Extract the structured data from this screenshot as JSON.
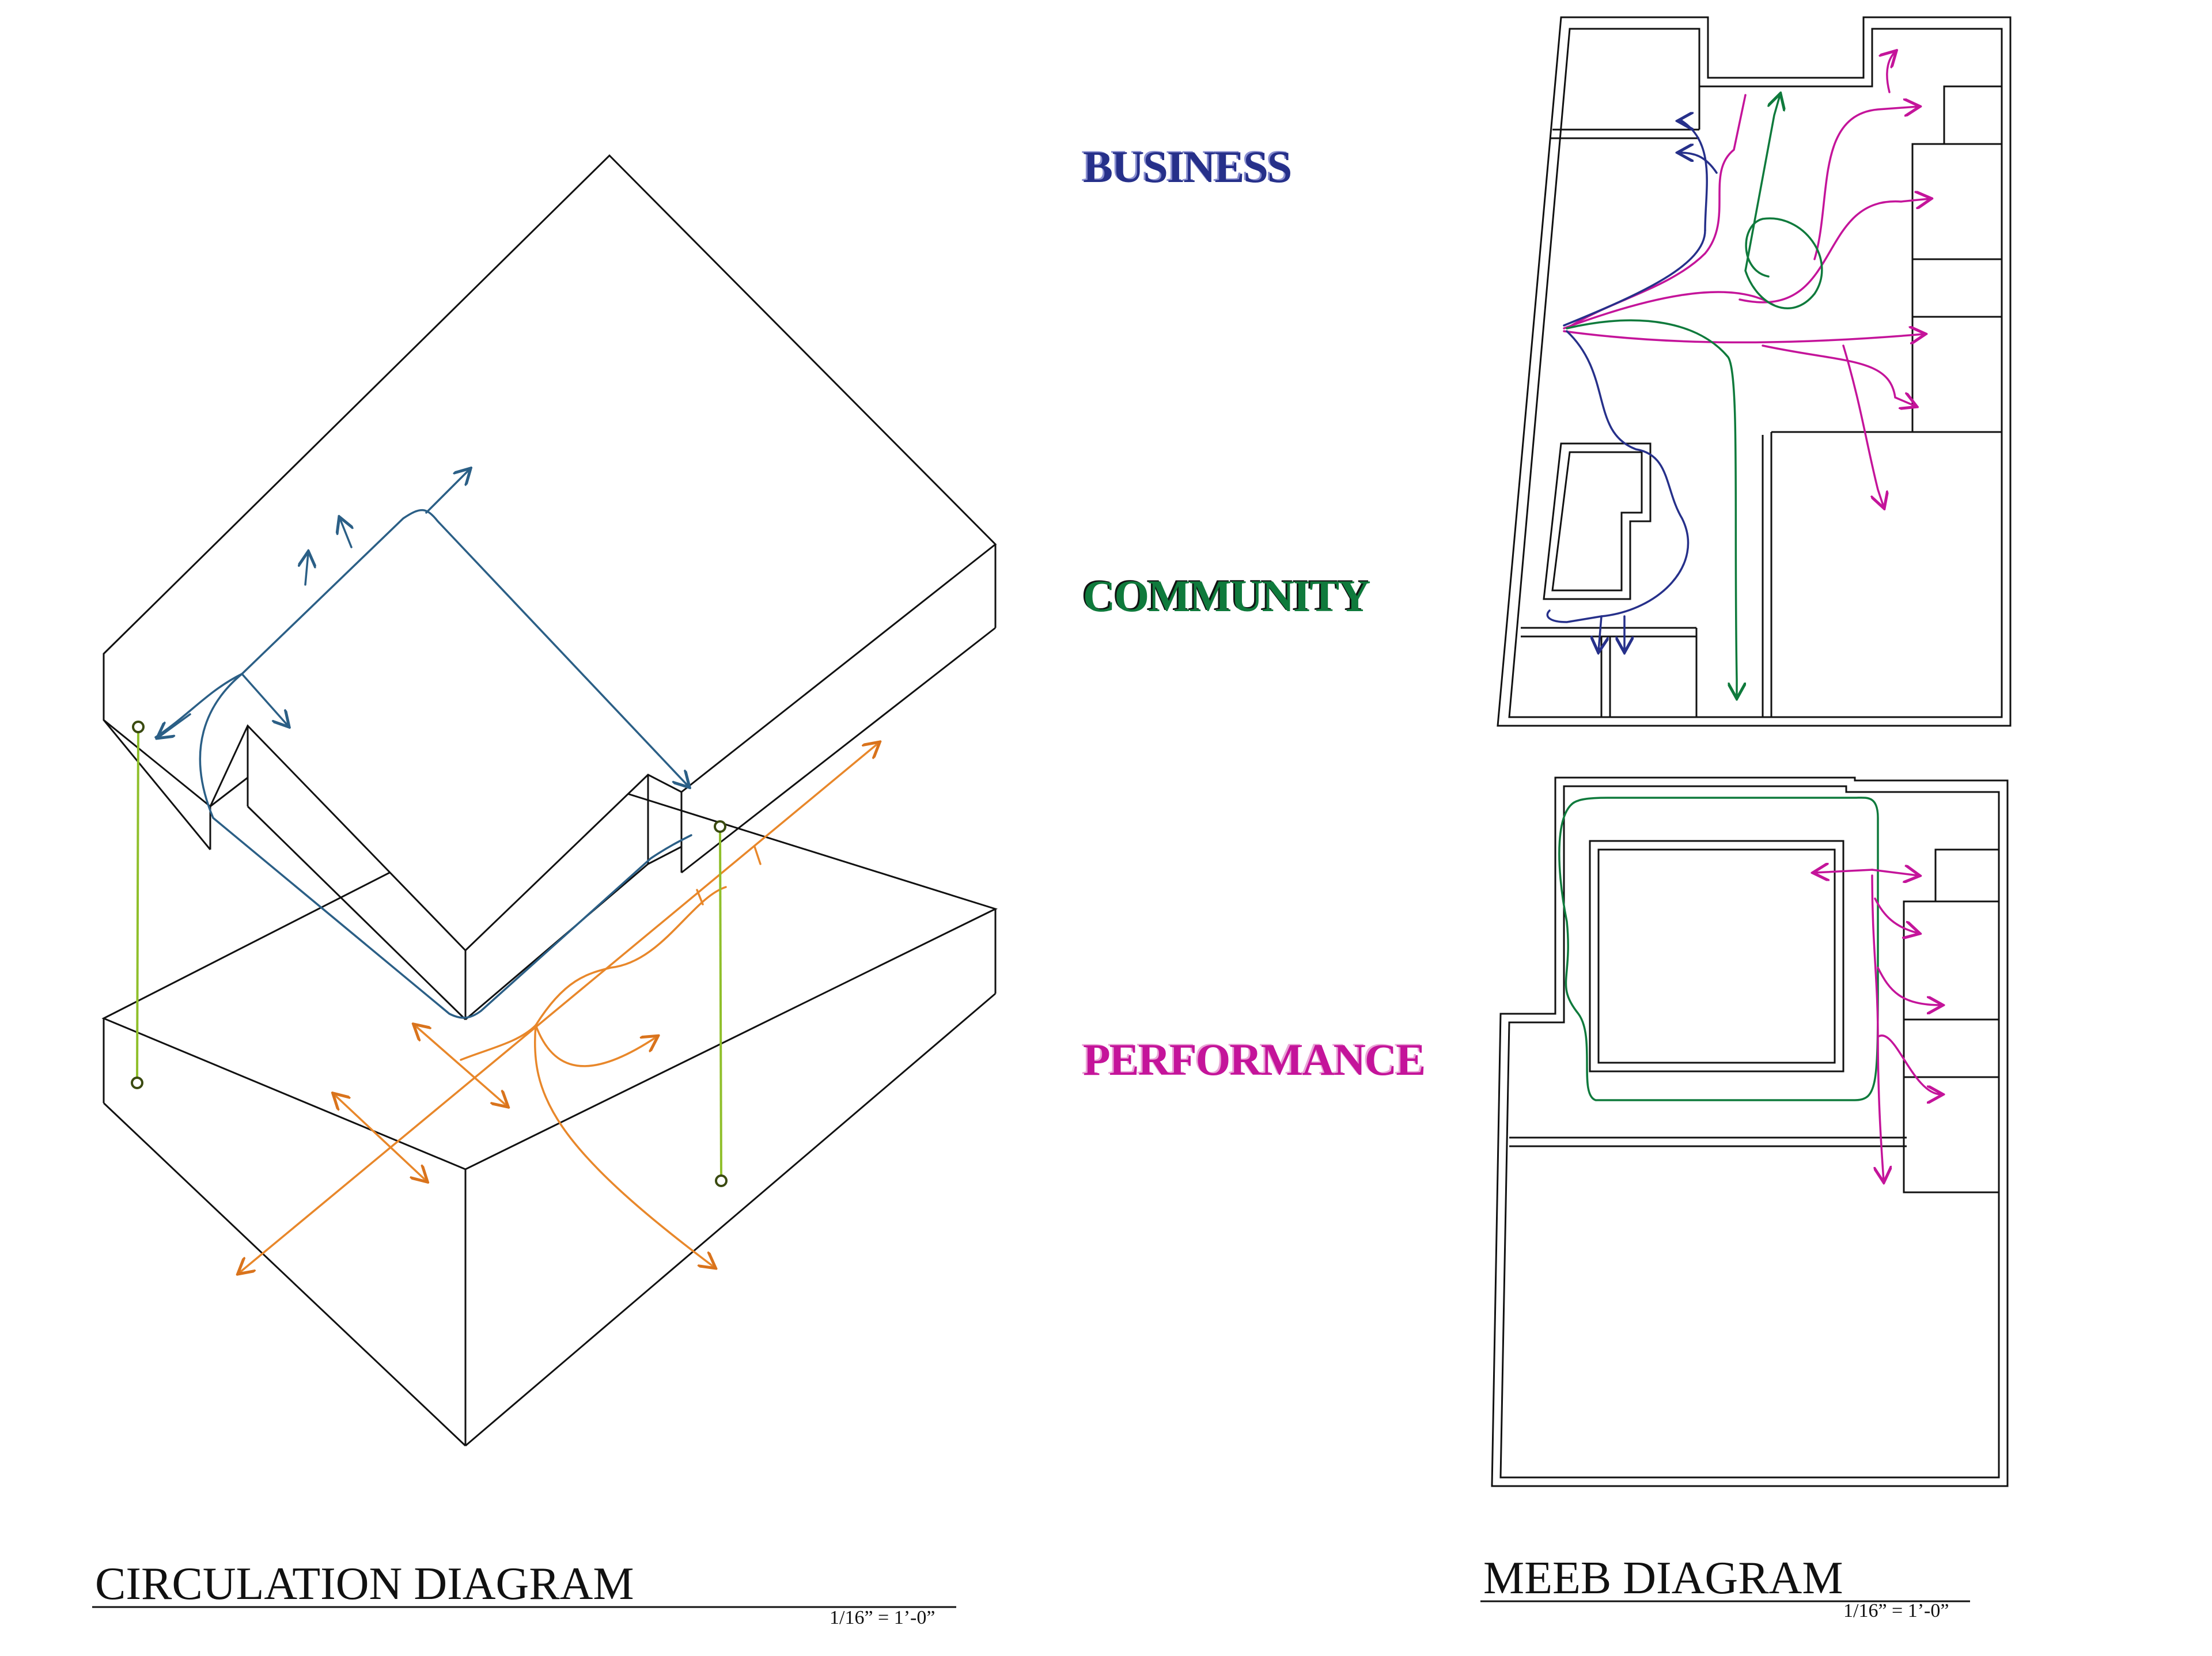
{
  "legend": {
    "business": "BUSINESS",
    "community": "COMMUNITY",
    "performance": "PERFORMANCE"
  },
  "left_panel": {
    "title": "CIRCULATION DIAGRAM",
    "scale": "1/16” = 1’-0”"
  },
  "right_panel": {
    "title": "MEEB DIAGRAM",
    "scale": "1/16” = 1’-0”"
  },
  "colors": {
    "business": "#26308a",
    "community": "#0f7a3c",
    "performance": "#c4149a",
    "circulation_upper": "#2b5f86",
    "circulation_lower": "#e8872a",
    "vertical_link": "#8fbf2a",
    "linework": "#111111"
  }
}
